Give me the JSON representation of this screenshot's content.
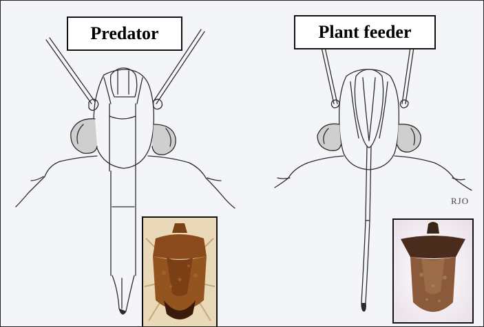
{
  "labels": {
    "left": "Predator",
    "right": "Plant feeder"
  },
  "signature": "RJO",
  "colors": {
    "background": "#f3f5f8",
    "ink": "#2a2a2a",
    "photo_left_bg": "#e9d9b8",
    "bug_left": "#8a4a1c",
    "photo_right_bg": "#ffffff",
    "bug_right": "#8a5a3a"
  }
}
